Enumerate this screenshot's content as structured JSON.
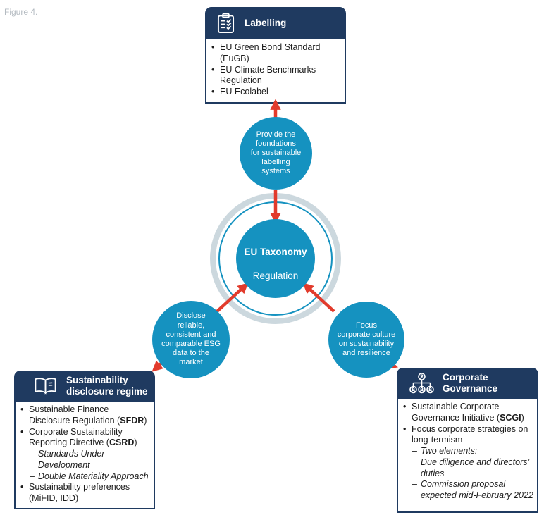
{
  "figure_label": "Figure 4.",
  "colors": {
    "navy": "#1f3a60",
    "teal": "#1592c0",
    "ring_gray": "#ccd8de",
    "arrow_red": "#e23b2c",
    "text_dark": "#1c1c1c",
    "figure_label_gray": "#b4bbc1"
  },
  "center": {
    "line1": "EU Taxonomy",
    "line2": "Regulation"
  },
  "circles": {
    "top": {
      "text": "Provide the\nfoundations\nfor sustainable\nlabelling\nsystems"
    },
    "left": {
      "text": "Disclose\nreliable,\nconsistent and\ncomparable ESG\ndata to the\nmarket"
    },
    "right": {
      "text": "Focus\ncorporate culture\non sustainability\nand resilience"
    }
  },
  "boxes": {
    "labelling": {
      "title": "Labelling",
      "icon": "clipboard-checklist-icon",
      "items": [
        {
          "level": 1,
          "segments": [
            {
              "text": "EU Green Bond Standard\n(EuGB)"
            }
          ]
        },
        {
          "level": 1,
          "segments": [
            {
              "text": "EU Climate Benchmarks\nRegulation"
            }
          ]
        },
        {
          "level": 1,
          "segments": [
            {
              "text": "EU Ecolabel"
            }
          ]
        }
      ]
    },
    "disclosure": {
      "title": "Sustainability\ndisclosure regime",
      "icon": "open-book-icon",
      "items": [
        {
          "level": 1,
          "segments": [
            {
              "text": "Sustainable Finance\nDisclosure Regulation ("
            },
            {
              "text": "SFDR",
              "bold": true
            },
            {
              "text": ")"
            }
          ]
        },
        {
          "level": 1,
          "segments": [
            {
              "text": "Corporate Sustainability\nReporting Directive ("
            },
            {
              "text": "CSRD",
              "bold": true
            },
            {
              "text": ")"
            }
          ]
        },
        {
          "level": 2,
          "segments": [
            {
              "text": "Standards Under\nDevelopment",
              "italic": true
            }
          ]
        },
        {
          "level": 2,
          "segments": [
            {
              "text": "Double Materiality Approach",
              "italic": true
            }
          ]
        },
        {
          "level": 1,
          "segments": [
            {
              "text": "Sustainability preferences\n(MiFID, IDD)"
            }
          ]
        }
      ]
    },
    "governance": {
      "title": "Corporate\nGovernance",
      "icon": "org-chart-icon",
      "items": [
        {
          "level": 1,
          "segments": [
            {
              "text": "Sustainable Corporate\nGovernance Initiative ("
            },
            {
              "text": "SCGI",
              "bold": true
            },
            {
              "text": ")"
            }
          ]
        },
        {
          "level": 1,
          "segments": [
            {
              "text": "Focus corporate strategies on\nlong-termism"
            }
          ]
        },
        {
          "level": 2,
          "segments": [
            {
              "text": "Two elements:\nDue diligence and directors’\nduties",
              "italic": true
            }
          ]
        },
        {
          "level": 2,
          "segments": [
            {
              "text": "Commission proposal\nexpected mid-February 2022",
              "italic": true
            }
          ]
        }
      ]
    }
  }
}
